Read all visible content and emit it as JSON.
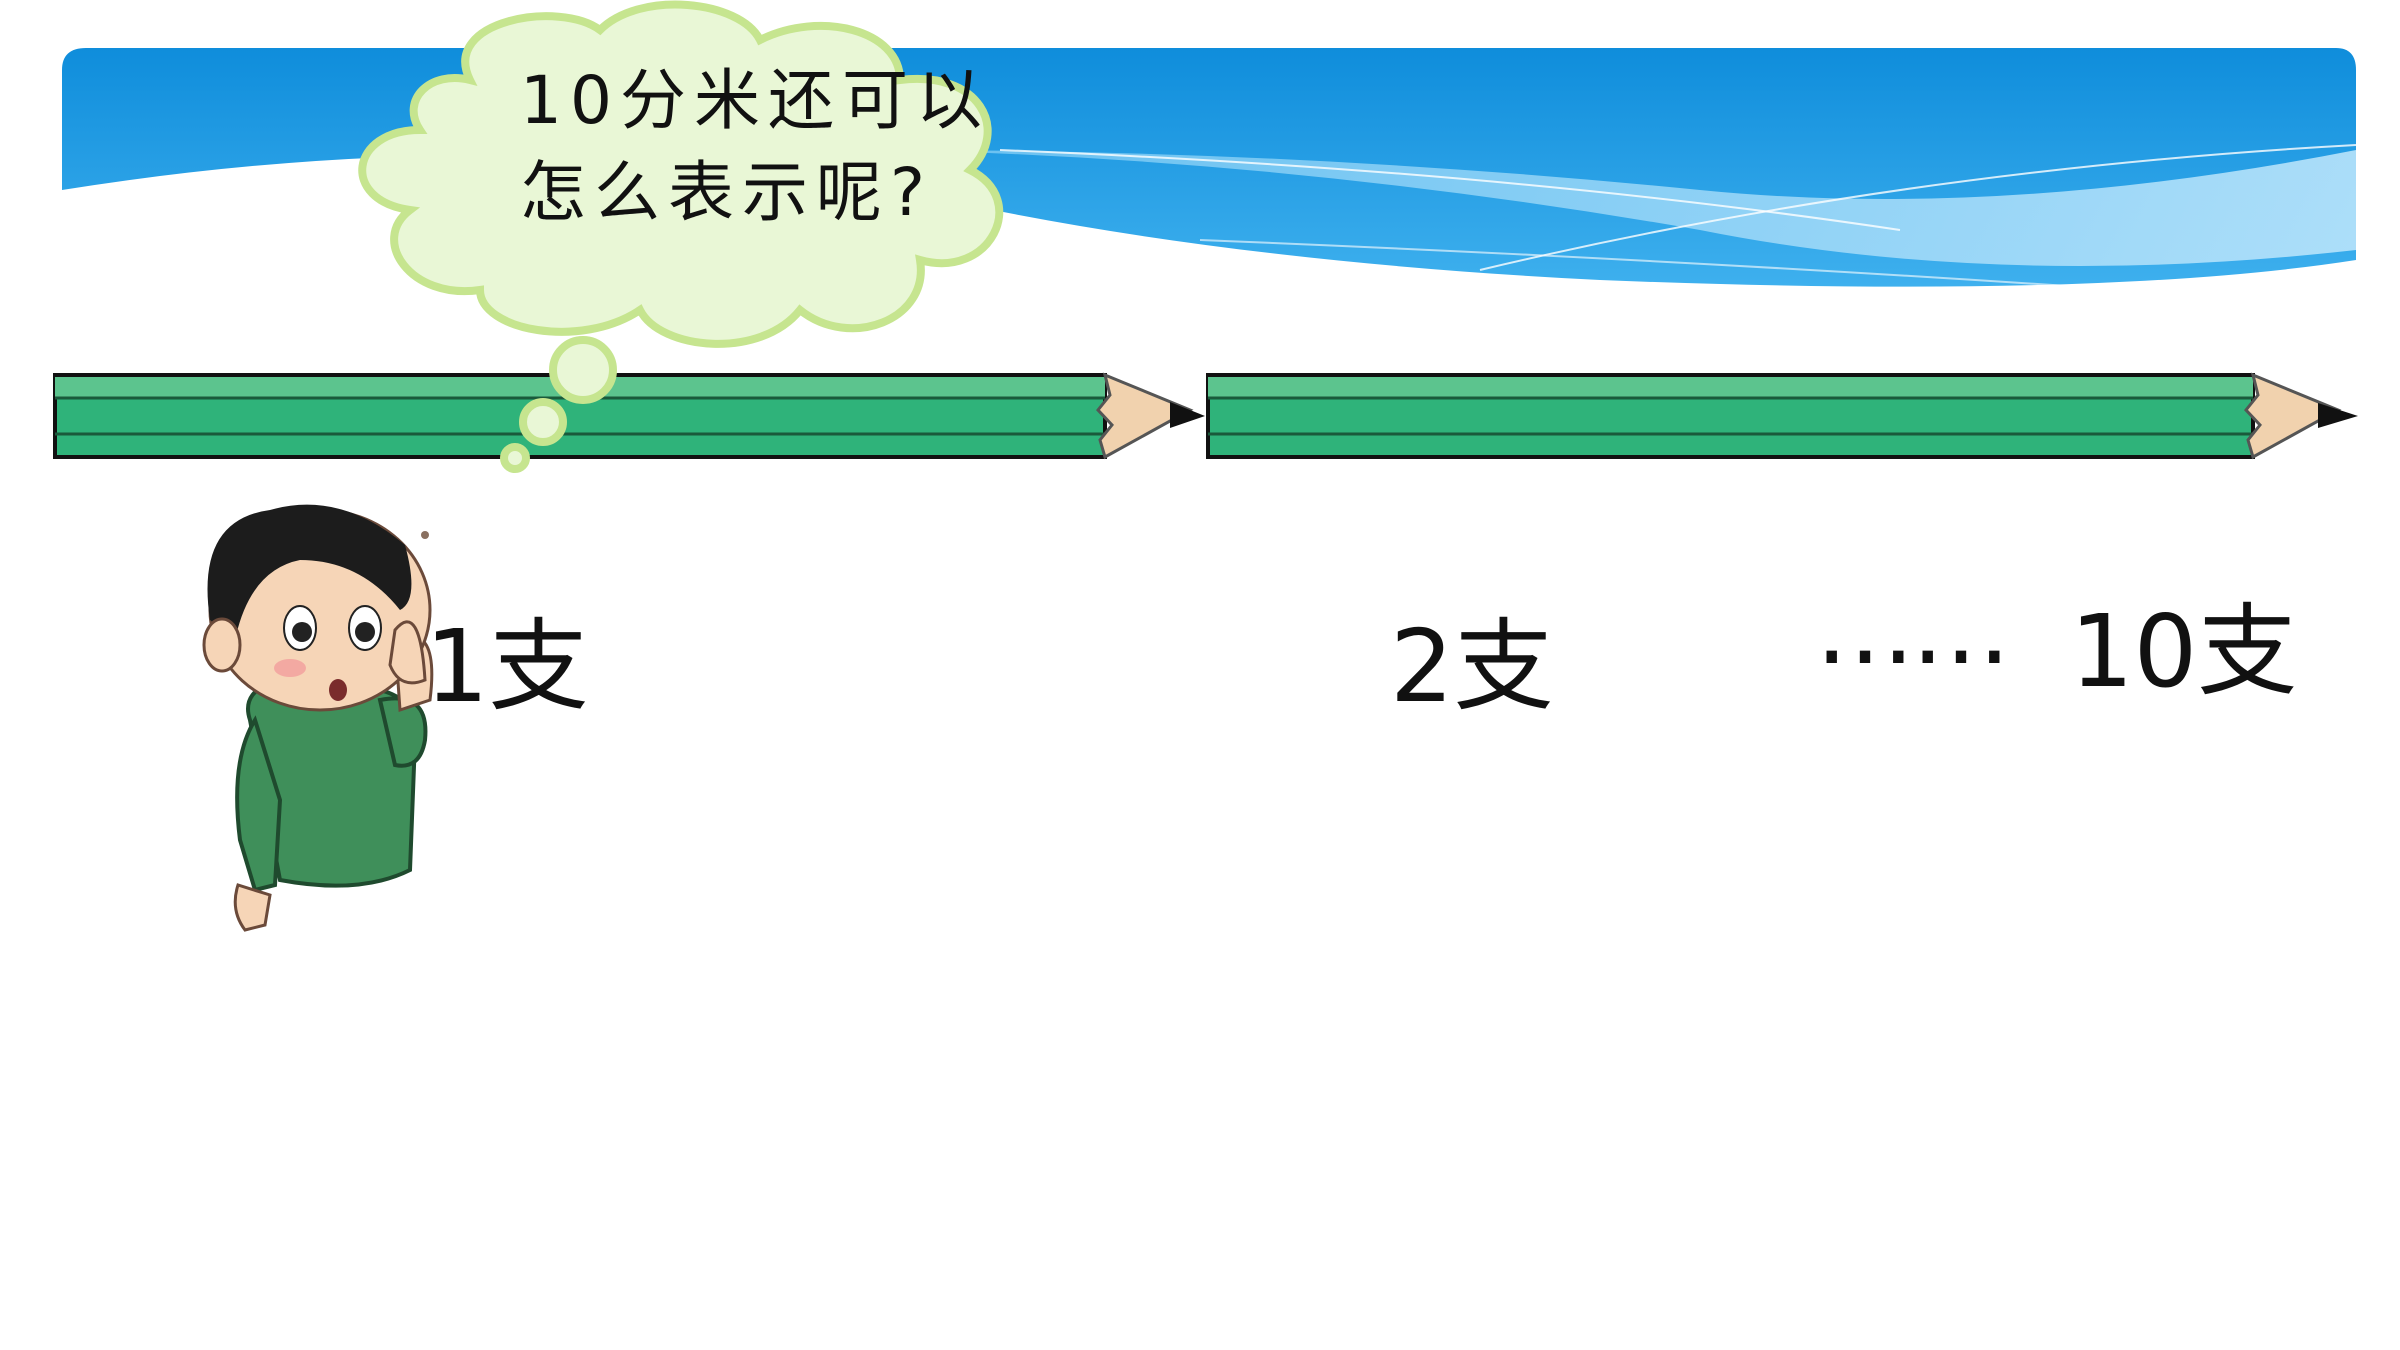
{
  "speech_bubble": {
    "line1": "10分米还可以",
    "line2": "怎么表示呢?"
  },
  "labels": {
    "one": "1支",
    "two": "2支",
    "ellipsis": "……",
    "ten": "10支"
  },
  "colors": {
    "banner_blue": "#1a9be0",
    "banner_light": "#8fd2f5",
    "pencil_green": "#2fb37a",
    "pencil_stripe": "#5cc48e",
    "pencil_wood": "#f1d2ae",
    "cloud_fill": "#e9f7d6",
    "cloud_stroke": "#c6e58f"
  },
  "illustration": {
    "pencil_icon": "pencil-icon",
    "boy_icon": "thinking-boy-icon"
  }
}
